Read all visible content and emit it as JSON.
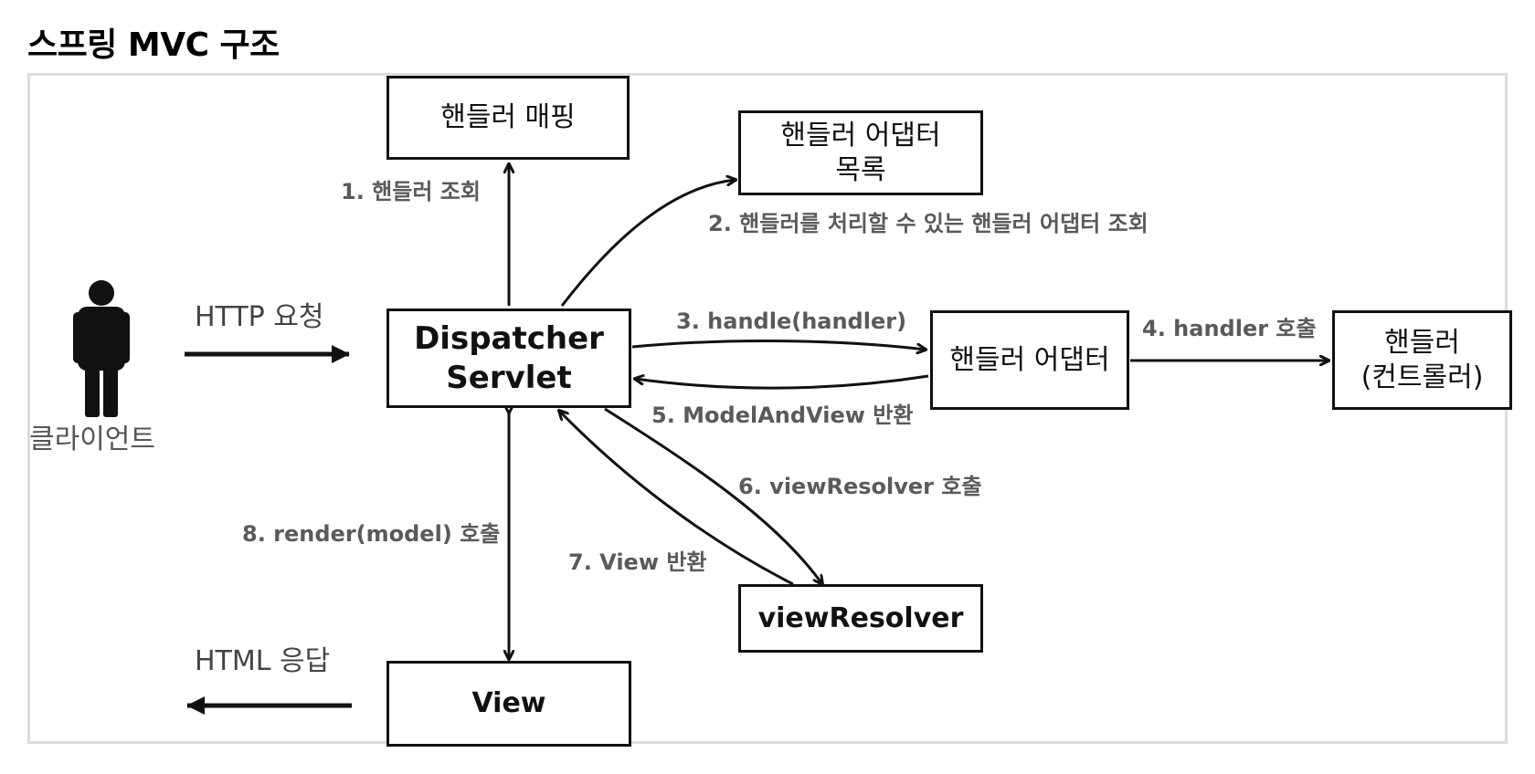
{
  "page_title": "스프링 MVC 구조",
  "nodes": {
    "client": "클라이언트",
    "handler_mapping": "핸들러 매핑",
    "adapter_list": [
      "핸들러 어댑터",
      "목록"
    ],
    "dispatcher": [
      "Dispatcher",
      "Servlet"
    ],
    "handler_adapter": "핸들러 어댑터",
    "handler": [
      "핸들러",
      "(컨트롤러)"
    ],
    "view_resolver": "viewResolver",
    "view": "View"
  },
  "edges": {
    "http_request": "HTTP 요청",
    "html_response": "HTML 응답",
    "step1": "1. 핸들러 조회",
    "step2": "2. 핸들러를 처리할 수 있는 핸들러 어댑터 조회",
    "step3": "3. handle(handler)",
    "step4": "4. handler 호출",
    "step5": "5. ModelAndView 반환",
    "step6": "6. viewResolver 호출",
    "step7": "7. View 반환",
    "step8": "8. render(model) 호출"
  }
}
